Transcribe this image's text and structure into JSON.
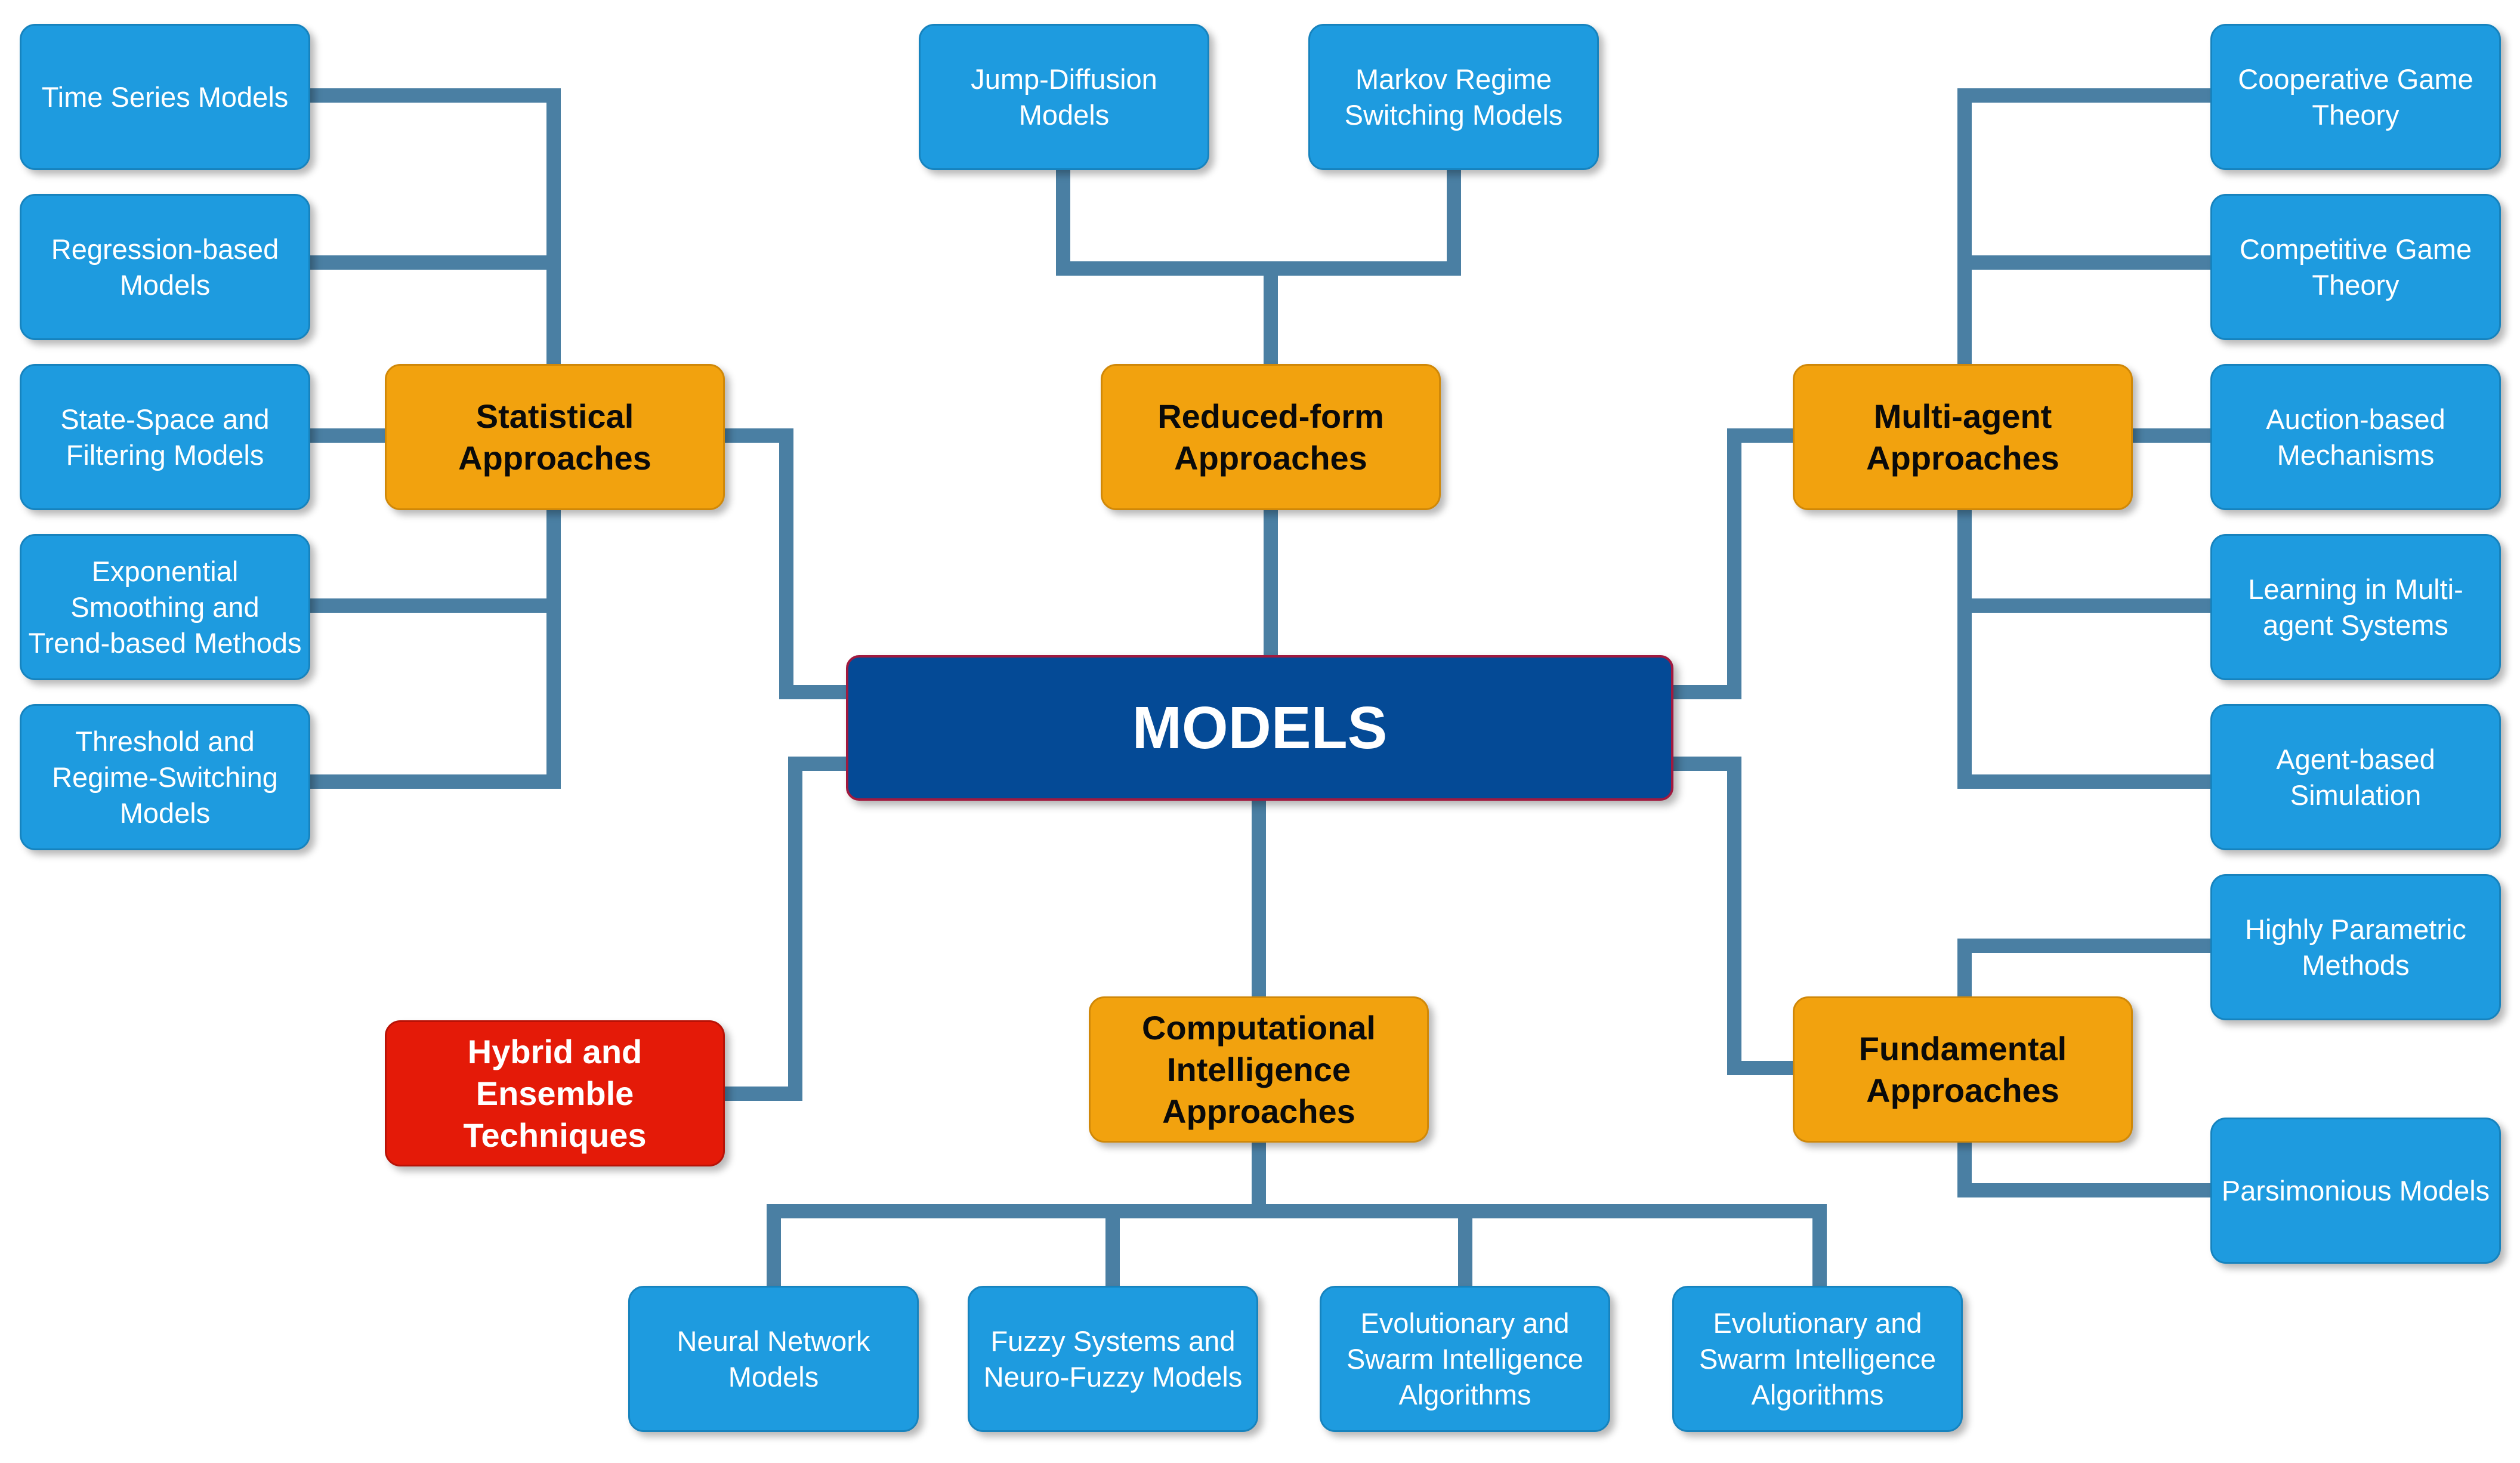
{
  "center": {
    "label": "MODELS"
  },
  "categories": {
    "statistical": "Statistical Approaches",
    "reduced_form": "Reduced-form Approaches",
    "multi_agent": "Multi-agent Approaches",
    "computational": "Computational Intelligence Approaches",
    "fundamental": "Fundamental Approaches",
    "hybrid": "Hybrid and Ensemble Techniques"
  },
  "statistical_children": [
    "Time Series Models",
    "Regression-based Models",
    "State-Space and Filtering Models",
    "Exponential Smoothing and Trend-based Methods",
    "Threshold and Regime-Switching Models"
  ],
  "reduced_form_children": [
    "Jump-Diffusion Models",
    "Markov Regime Switching Models"
  ],
  "multi_agent_children": [
    "Cooperative Game Theory",
    "Competitive Game Theory",
    "Auction-based Mechanisms",
    "Learning in Multi-agent Systems",
    "Agent-based Simulation"
  ],
  "fundamental_children": [
    "Highly Parametric Methods",
    "Parsimonious Models"
  ],
  "computational_children": [
    "Neural Network Models",
    "Fuzzy Systems and Neuro-Fuzzy Models",
    "Evolutionary and Swarm Intelligence Algorithms",
    "Evolutionary and Swarm Intelligence Algorithms"
  ],
  "colors": {
    "leaf": "#1E9BDF",
    "category": "#F2A20E",
    "hybrid": "#E41A08",
    "center": "#044A96",
    "connector": "#4A7FA3"
  }
}
